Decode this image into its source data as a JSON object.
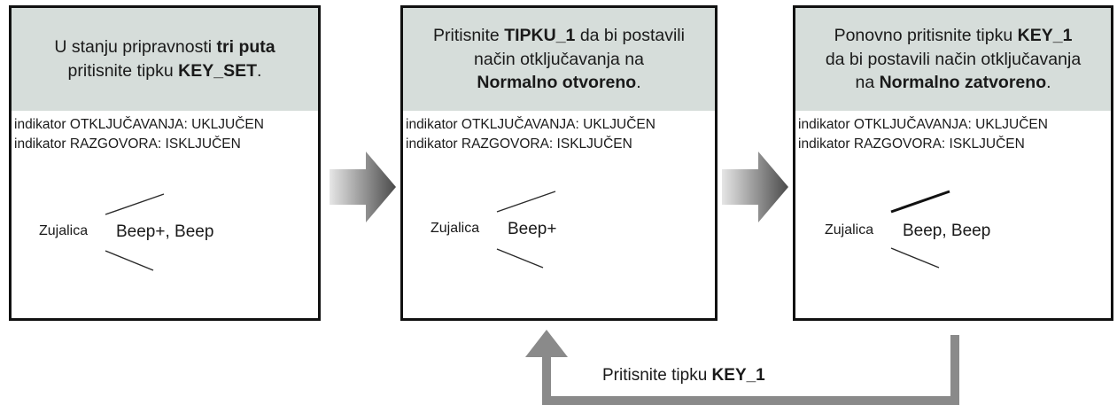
{
  "steps": [
    {
      "header": [
        [
          {
            "t": "U stanju pripravnosti ",
            "b": false
          },
          {
            "t": "tri puta",
            "b": true
          }
        ],
        [
          {
            "t": "pritisnite tipku ",
            "b": false
          },
          {
            "t": "KEY_SET",
            "b": true
          },
          {
            "t": ".",
            "b": false
          }
        ]
      ],
      "indicator_unlock": "indikator OTKLJUČAVANJA: UKLJUČEN",
      "indicator_talk": "indikator RAZGOVORA: ISKLJUČEN",
      "buzzer_label": "Zujalica",
      "beep_text": "Beep+, Beep"
    },
    {
      "header": [
        [
          {
            "t": "Pritisnite ",
            "b": false
          },
          {
            "t": "TIPKU_1",
            "b": true
          },
          {
            "t": " da bi postavili",
            "b": false
          }
        ],
        [
          {
            "t": "način otključavanja na",
            "b": false
          }
        ],
        [
          {
            "t": "Normalno otvoreno",
            "b": true
          },
          {
            "t": ".",
            "b": false
          }
        ]
      ],
      "indicator_unlock": "indikator OTKLJUČAVANJA: UKLJUČEN",
      "indicator_talk": "indikator RAZGOVORA: ISKLJUČEN",
      "buzzer_label": "Zujalica",
      "beep_text": "Beep+"
    },
    {
      "header": [
        [
          {
            "t": "Ponovno pritisnite tipku ",
            "b": false
          },
          {
            "t": "KEY_1",
            "b": true
          }
        ],
        [
          {
            "t": "da bi postavili način otključavanja",
            "b": false
          }
        ],
        [
          {
            "t": "na ",
            "b": false
          },
          {
            "t": "Normalno zatvoreno",
            "b": true
          },
          {
            "t": ".",
            "b": false
          }
        ]
      ],
      "indicator_unlock": "indikator OTKLJUČAVANJA: UKLJUČEN",
      "indicator_talk": "indikator RAZGOVORA: ISKLJUČEN",
      "buzzer_label": "Zujalica",
      "beep_text": "Beep, Beep"
    }
  ],
  "loop_label_plain": "Pritisnite tipku ",
  "loop_label_bold": "KEY_1",
  "colors": {
    "header_bg": "#d6ddda",
    "border": "#111111",
    "arrow_dark": "#4a4a4a",
    "arrow_light": "#dedede",
    "loop_arrow": "#8a8a8a"
  }
}
